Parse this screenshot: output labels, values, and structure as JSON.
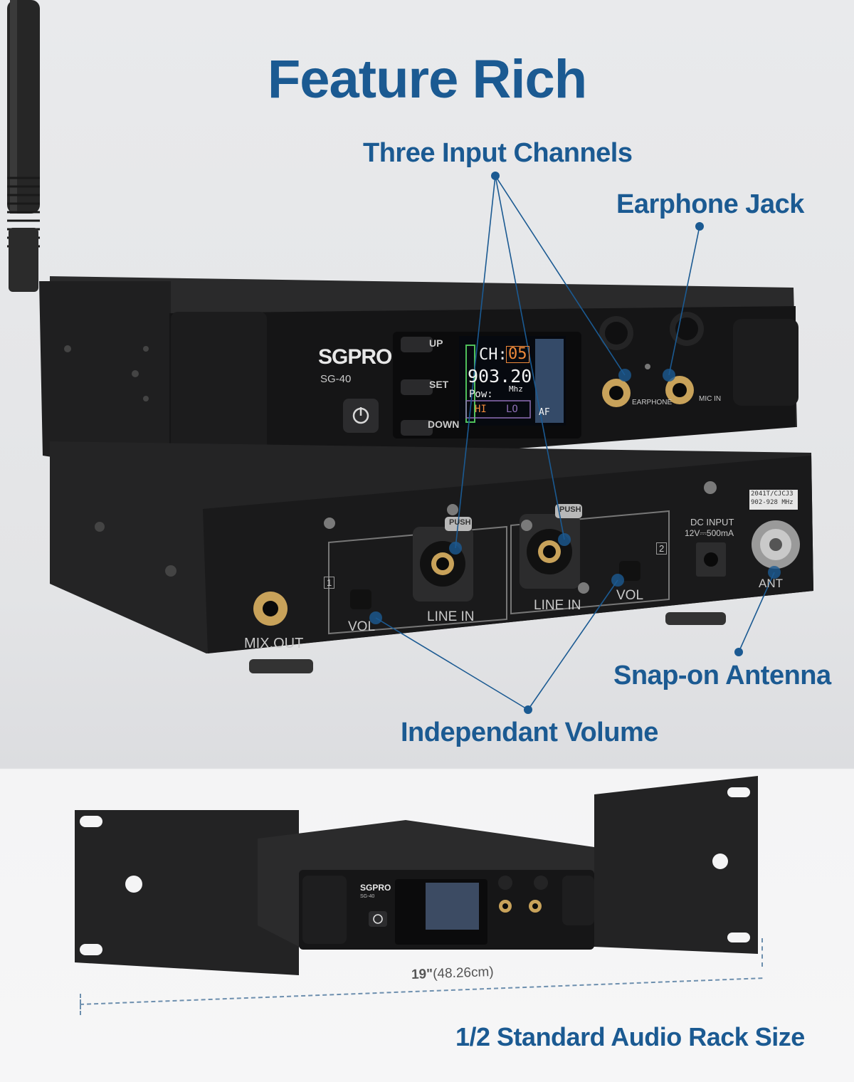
{
  "headline": "Feature Rich",
  "callouts": {
    "three_input_channels": "Three Input Channels",
    "earphone_jack": "Earphone Jack",
    "snap_on_antenna": "Snap-on Antenna",
    "independent_volume": "Independant Volume"
  },
  "device": {
    "brand": "SGPRO",
    "model": "SG-40",
    "buttons": {
      "up": "UP",
      "set": "SET",
      "down": "DOWN"
    },
    "display": {
      "channel_label": "CH:",
      "channel_value": "05",
      "frequency": "903.20",
      "frequency_unit": "Mhz",
      "power_label": "Pow:",
      "power_hi": "HI",
      "power_lo": "LO",
      "af_label": "AF"
    },
    "front_jacks": {
      "earphone": "EARPHONE",
      "mic_in": "MIC IN"
    },
    "rear": {
      "mix_out": "MIX.OUT",
      "vol": "VOL",
      "line_in": "LINE IN",
      "push": "PUSH",
      "channel_1": "1",
      "channel_2": "2",
      "dc_input": "DC INPUT",
      "dc_rating": "12V⎓500mA",
      "ant": "ANT",
      "sticker_line1": "2041T/CJCJ3",
      "sticker_line2": "902-928 MHz"
    }
  },
  "rack": {
    "width_inches": "19\"",
    "width_cm": "(48.26cm)",
    "caption": "1/2 Standard Audio Rack Size"
  },
  "colors": {
    "accent": "#1b5a92",
    "lcd_orange": "#f08a3a",
    "lcd_green": "#4fc05a"
  }
}
